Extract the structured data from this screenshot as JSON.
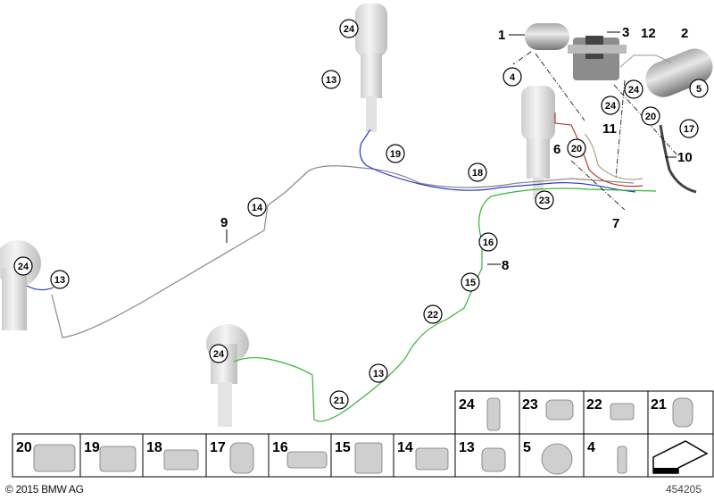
{
  "labels": {
    "c24a": "24",
    "c13a": "13",
    "c19": "19",
    "c18": "18",
    "c14": "14",
    "c24b": "24",
    "c13b": "13",
    "c16": "16",
    "c15": "15",
    "c22": "22",
    "c24c": "24",
    "c13c": "13",
    "c21": "21",
    "c23": "23",
    "c4": "4",
    "c24d": "24",
    "c24e": "24",
    "c20a": "20",
    "c20b": "20",
    "c17": "17",
    "c5": "5",
    "p1": "1",
    "p3": "3",
    "p12": "12",
    "p2": "2",
    "p11": "11",
    "p6": "6",
    "p10": "10",
    "p7": "7",
    "p9": "9",
    "p8": "8"
  },
  "parts_table": {
    "top_row": [
      "24",
      "23",
      "22",
      "21"
    ],
    "bottom_row": [
      "20",
      "19",
      "18",
      "17",
      "16",
      "15",
      "14",
      "13",
      "5",
      "4"
    ]
  },
  "colors": {
    "gray_line": "#8a8a8a",
    "blue_line": "#2b3bd1",
    "green_line": "#35b534",
    "red_line": "#b83a2a",
    "part_fill": "#d8d8d8"
  },
  "footer": {
    "copyright": "© 2015 BMW AG",
    "diagram_id": "454205"
  }
}
